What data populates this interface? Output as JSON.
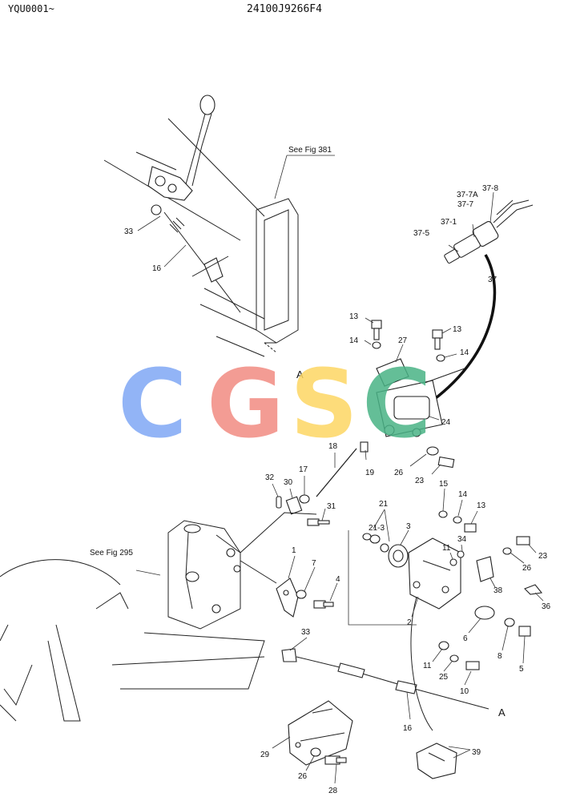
{
  "header": {
    "left_code": "YQU0001~",
    "drawing_number": "24100J9266F4"
  },
  "references": {
    "see_fig_381": "See Fig 381",
    "see_fig_295": "See Fig 295"
  },
  "watermark": {
    "letters": [
      "C",
      "G",
      "S",
      "C"
    ],
    "colors": [
      "#7fa8f5",
      "#f28b82",
      "#fdd663",
      "#49b386"
    ]
  },
  "callouts": {
    "c33a": "33",
    "c16a": "16",
    "c37_8": "37-8",
    "c37_7a": "37-7A",
    "c37_7": "37-7",
    "c37_1": "37-1",
    "c37_5": "37-5",
    "c37": "37",
    "c13a": "13",
    "c14a": "14",
    "c27": "27",
    "c13b": "13",
    "c14b": "14",
    "cA1": "A",
    "c24": "24",
    "c18": "18",
    "c19": "19",
    "c26a": "26",
    "c23a": "23",
    "c32": "32",
    "c30": "30",
    "c17": "17",
    "c31": "31",
    "c21": "21",
    "c21_3": "21-3",
    "c3": "3",
    "c15": "15",
    "c14c": "14",
    "c13c": "13",
    "c34": "34",
    "c11a": "11",
    "c23b": "23",
    "c26b": "26",
    "c38": "38",
    "c36": "36",
    "c1": "1",
    "c7": "7",
    "c4": "4",
    "c2": "2",
    "c6": "6",
    "c8": "8",
    "c5": "5",
    "c33b": "33",
    "c11b": "11",
    "c25": "25",
    "c10": "10",
    "cA2": "A",
    "c16b": "16",
    "c39": "39",
    "c29": "29",
    "c26c": "26",
    "c28": "28"
  }
}
